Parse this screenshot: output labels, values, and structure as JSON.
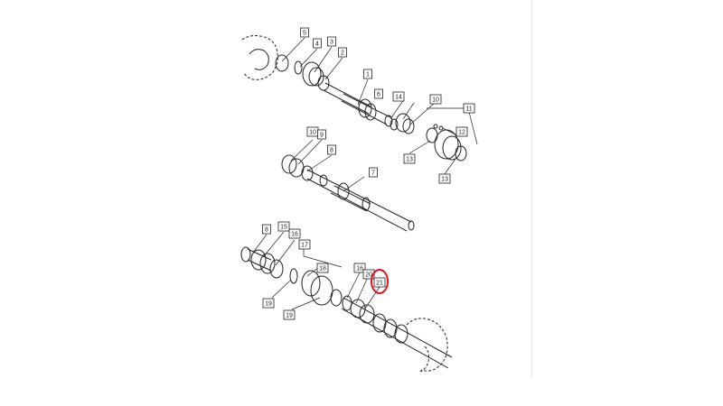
{
  "callouts": [
    {
      "id": "c5",
      "label": "5"
    },
    {
      "id": "c4",
      "label": "4"
    },
    {
      "id": "c3",
      "label": "3"
    },
    {
      "id": "c2",
      "label": "2"
    },
    {
      "id": "c1",
      "label": "1"
    },
    {
      "id": "c6",
      "label": "6"
    },
    {
      "id": "c14",
      "label": "14"
    },
    {
      "id": "c10a",
      "label": "10"
    },
    {
      "id": "c11",
      "label": "11"
    },
    {
      "id": "c12",
      "label": "12"
    },
    {
      "id": "c13a",
      "label": "13"
    },
    {
      "id": "c13b",
      "label": "13"
    },
    {
      "id": "c10b",
      "label": "10"
    },
    {
      "id": "c9",
      "label": "9"
    },
    {
      "id": "c8a",
      "label": "8"
    },
    {
      "id": "c7",
      "label": "7"
    },
    {
      "id": "c8b",
      "label": "8"
    },
    {
      "id": "c15",
      "label": "15"
    },
    {
      "id": "c16a",
      "label": "16"
    },
    {
      "id": "c17",
      "label": "17"
    },
    {
      "id": "c18",
      "label": "18"
    },
    {
      "id": "c16b",
      "label": "16"
    },
    {
      "id": "c20",
      "label": "20"
    },
    {
      "id": "c21",
      "label": "21"
    },
    {
      "id": "c19a",
      "label": "19"
    },
    {
      "id": "c19b",
      "label": "19"
    }
  ],
  "highlight": {
    "label_ref": "21",
    "color": "#e0141e"
  },
  "colors": {
    "line": "#222222",
    "divider": "#e6e6e6"
  }
}
